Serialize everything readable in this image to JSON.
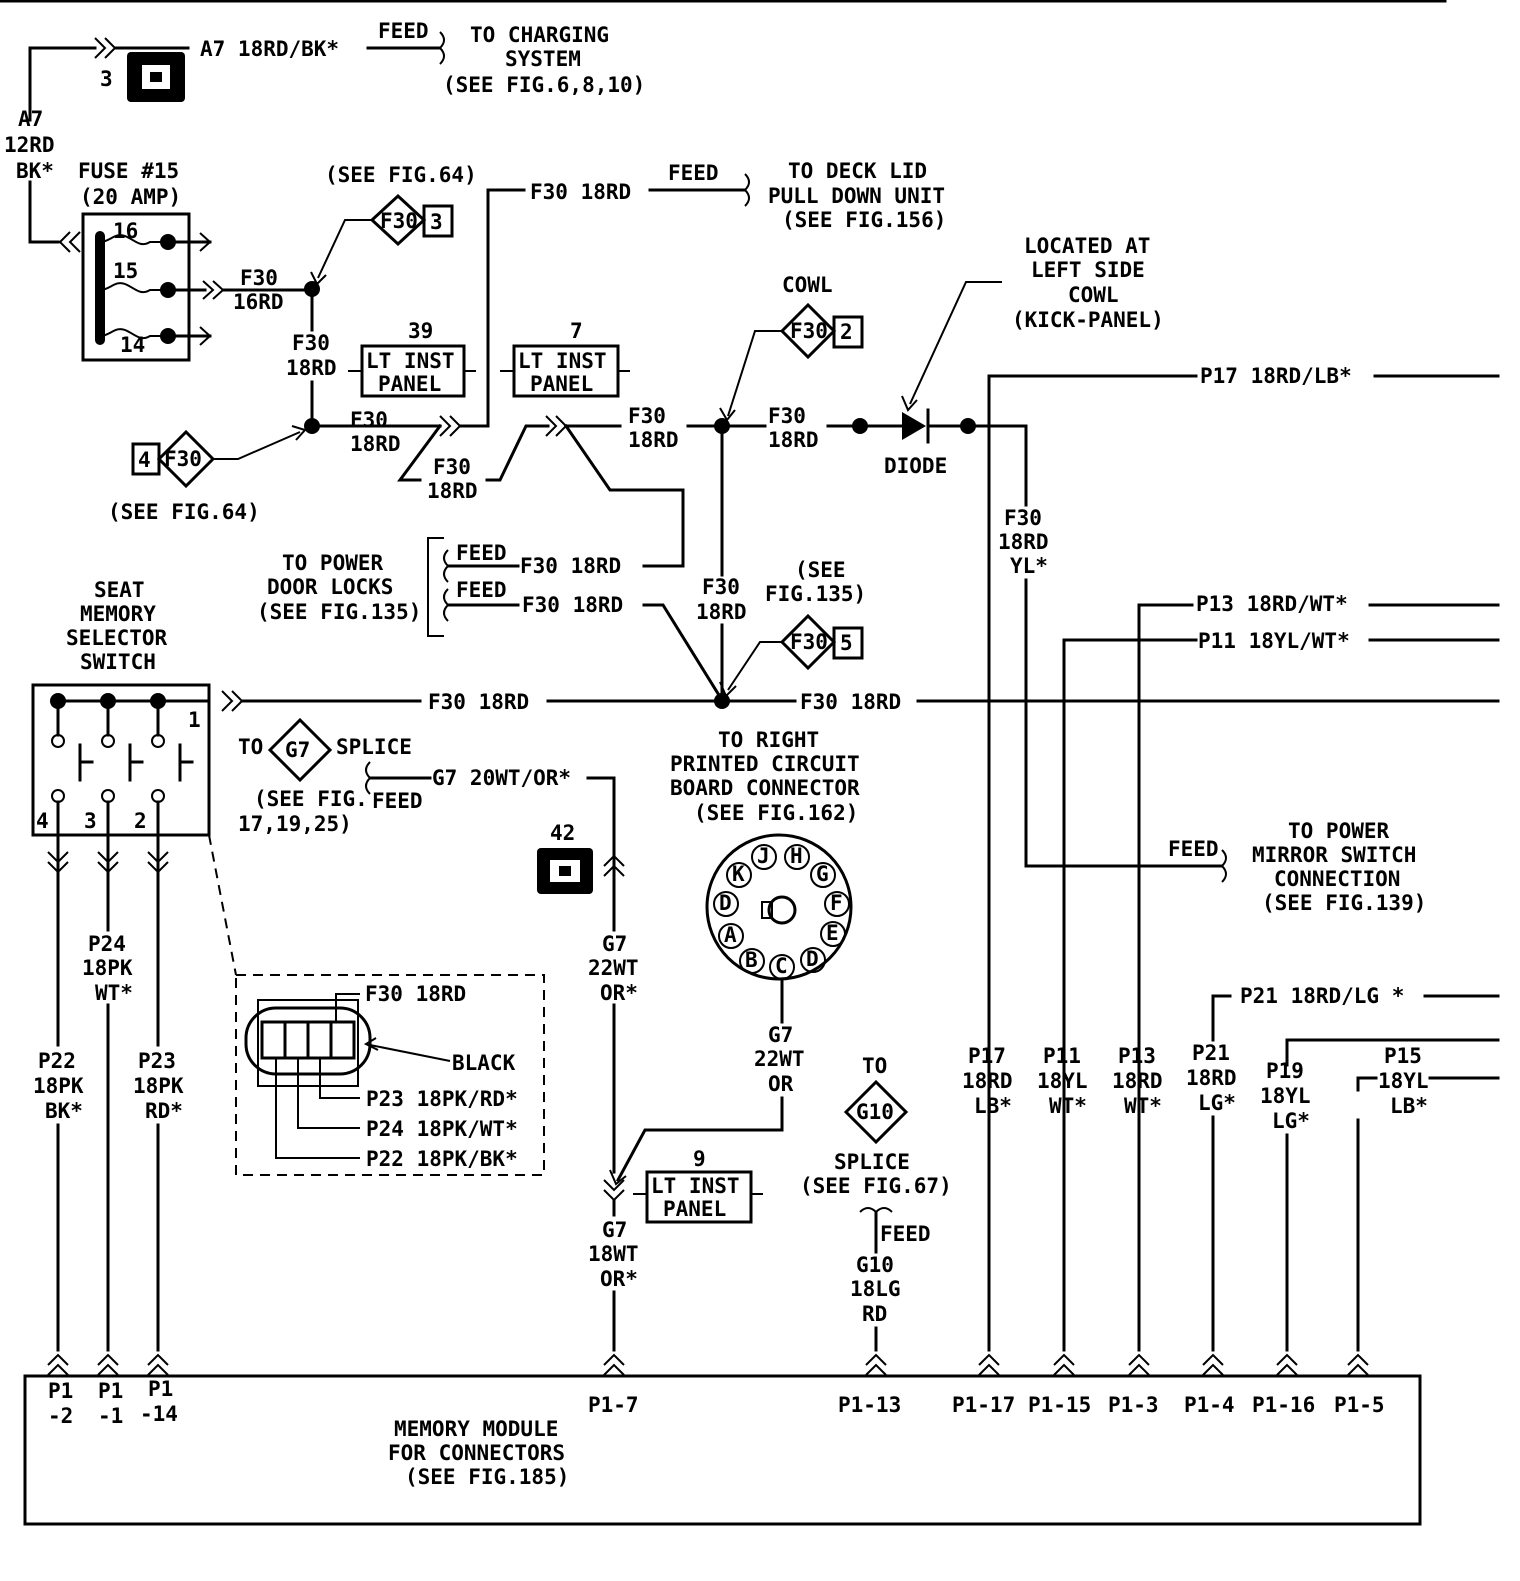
{
  "connector_3": "3",
  "charging": {
    "wire": "A7 18RD/BK*",
    "feed": "FEED",
    "to1": "TO CHARGING",
    "to2": "SYSTEM",
    "see": "(SEE FIG.6,8,10)"
  },
  "a7_left": [
    "A7",
    "12RD",
    "BK*"
  ],
  "fuse": {
    "title": "FUSE #15",
    "rating": "(20 AMP)",
    "pins": [
      "16",
      "15",
      "14"
    ]
  },
  "f30_16rd": [
    "F30",
    "16RD"
  ],
  "see_fig64_top": "(SEE FIG.64)",
  "splice_f30_3": {
    "name": "F30",
    "num": "3"
  },
  "deck_lid": {
    "wire": "F30 18RD",
    "feed": "FEED",
    "to1": "TO DECK LID",
    "to2": "PULL DOWN UNIT",
    "see": "(SEE FIG.156)"
  },
  "f30_18rd_a": [
    "F30",
    "18RD"
  ],
  "lt_inst_panel_39": {
    "num": "39",
    "l1": "LT INST",
    "l2": "PANEL"
  },
  "lt_inst_panel_7": {
    "num": "7",
    "l1": "LT INST",
    "l2": "PANEL"
  },
  "splice_4_f30": {
    "num": "4",
    "name": "F30"
  },
  "see_fig64_bottom": "(SEE FIG.64)",
  "f30_18rd_b": [
    "F30",
    "18RD"
  ],
  "f30_18rd_c": [
    "F30",
    "18RD"
  ],
  "f30_18rd_d": [
    "F30",
    "18RD"
  ],
  "f30_18rd_e": [
    "F30",
    "18RD"
  ],
  "cowl": {
    "label": "COWL",
    "name": "F30",
    "num": "2"
  },
  "located": [
    "LOCATED AT",
    "LEFT SIDE",
    "COWL",
    "(KICK-PANEL)"
  ],
  "diode": "DIODE",
  "f30_18rd_yl": [
    "F30",
    "18RD",
    "YL*"
  ],
  "power_door_locks": {
    "l1": "TO POWER",
    "l2": "DOOR LOCKS",
    "l3": "(SEE FIG.135)",
    "feed1": "FEED",
    "feed2": "FEED",
    "wire1": "F30 18RD",
    "wire2": "F30 18RD"
  },
  "f30_18rd_center": [
    "F30",
    "18RD"
  ],
  "see_fig135": [
    "(SEE",
    "FIG.135)"
  ],
  "splice_f30_5": {
    "name": "F30",
    "num": "5"
  },
  "seat_switch": {
    "title": [
      "SEAT",
      "MEMORY",
      "SELECTOR",
      "SWITCH"
    ],
    "pins": [
      "1",
      "4",
      "3",
      "2"
    ]
  },
  "main_bus": {
    "left": "F30 18RD",
    "right": "F30 18RD"
  },
  "g7_splice": {
    "to": "TO",
    "name": "G7",
    "splice": "SPLICE",
    "see1": "(SEE FIG.",
    "see2": "17,19,25)",
    "feed": "FEED",
    "wire": "G7 20WT/OR*"
  },
  "connector_42": "42",
  "g7_22wt_or_a": [
    "G7",
    "22WT",
    "OR*"
  ],
  "lt_inst_panel_9": {
    "num": "9",
    "l1": "LT INST",
    "l2": "PANEL"
  },
  "g7_18wt_or": [
    "G7",
    "18WT",
    "OR*"
  ],
  "right_pcb": {
    "l1": "TO RIGHT",
    "l2": "PRINTED CIRCUIT",
    "l3": "BOARD CONNECTOR",
    "l4": "(SEE FIG.162)",
    "pins": [
      "J",
      "H",
      "K",
      "G",
      "D",
      "F",
      "A",
      "E",
      "B",
      "C",
      "D"
    ]
  },
  "g7_22wt_or_b": [
    "G7",
    "22WT",
    "OR"
  ],
  "g10_splice": {
    "to": "TO",
    "name": "G10",
    "l1": "SPLICE",
    "l2": "(SEE FIG.67)",
    "feed": "FEED",
    "wire": [
      "G10",
      "18LG",
      "RD"
    ]
  },
  "right_wires": {
    "p17": "P17 18RD/LB*",
    "p13": "P13 18RD/WT*",
    "p11": "P11 18YL/WT*",
    "p21": "P21 18RD/LG *"
  },
  "mirror": {
    "feed": "FEED",
    "l1": "TO POWER",
    "l2": "MIRROR SWITCH",
    "l3": "CONNECTION",
    "l4": "(SEE FIG.139)"
  },
  "p24_label": [
    "P24",
    "18PK",
    "WT*"
  ],
  "p22_label": [
    "P22",
    "18PK",
    "BK*"
  ],
  "p23_label": [
    "P23",
    "18PK",
    "RD*"
  ],
  "connector_detail": {
    "f30": "F30 18RD",
    "black": "BLACK",
    "p23": "P23 18PK/RD*",
    "p24": "P24 18PK/WT*",
    "p22": "P22 18PK/BK*"
  },
  "vert_labels": {
    "p17": [
      "P17",
      "18RD",
      "LB*"
    ],
    "p11": [
      "P11",
      "18YL",
      "WT*"
    ],
    "p13": [
      "P13",
      "18RD",
      "WT*"
    ],
    "p21": [
      "P21",
      "18RD",
      "LG*"
    ],
    "p19": [
      "P19",
      "18YL",
      "LG*"
    ],
    "p15": [
      "P15",
      "18YL",
      "LB*"
    ]
  },
  "module": {
    "pins": [
      [
        "P1",
        "-2"
      ],
      [
        "P1",
        "-1"
      ],
      [
        "P1",
        "-14"
      ]
    ],
    "pins_right": [
      "P1-7",
      "P1-13",
      "P1-17",
      "P1-15",
      "P1-3",
      "P1-4",
      "P1-16",
      "P1-5"
    ],
    "title": [
      "MEMORY MODULE",
      "FOR CONNECTORS",
      "(SEE FIG.185)"
    ]
  }
}
